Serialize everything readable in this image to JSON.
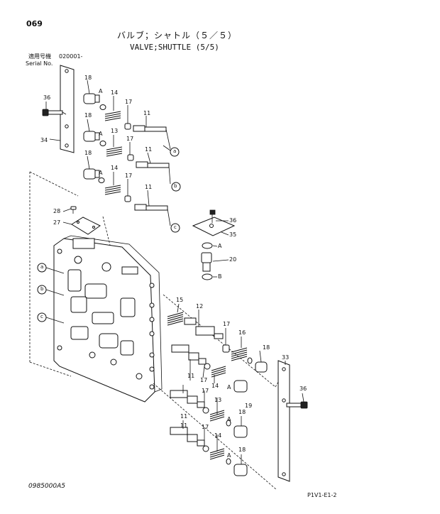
{
  "page": {
    "number": "069",
    "title_jp": "バルブ；シャトル（５／５）",
    "title_en": "VALVE;SHUTTLE (5/5)",
    "serial_label_jp": "適用号機",
    "serial_range": "020001-",
    "serial_label_en": "Serial No.",
    "footer_left": "0985000A5",
    "footer_right": "P1V1-E1-2"
  },
  "callouts": {
    "c36a": "36",
    "c34": "34",
    "c18a": "18",
    "c18b": "18",
    "c18c": "18",
    "c14a": "14",
    "c13a": "13",
    "c14b": "14",
    "c17a": "17",
    "c17b": "17",
    "c17c": "17",
    "c11a": "11",
    "c11b": "11",
    "c11c": "11",
    "ca1": "A",
    "ca2": "A",
    "ca3": "A",
    "c28": "28",
    "c27": "27",
    "c36b": "36",
    "c35": "35",
    "c20": "20",
    "cA": "A",
    "cB": "B",
    "c15": "15",
    "c12": "12",
    "c17d": "17",
    "c16": "16",
    "c18d": "18",
    "c33": "33",
    "c36c": "36",
    "c11d": "11",
    "c17e": "17",
    "c14c": "14",
    "c19a": "19",
    "c11e": "11",
    "c17f": "17",
    "c13b": "13",
    "c18e": "18",
    "c11f": "11",
    "c17g": "17",
    "c14d": "14",
    "c18f": "18",
    "cA4": "A",
    "cA5": "A",
    "cA6": "A",
    "ref_a": "a",
    "ref_b": "b",
    "ref_c": "c",
    "ref_a2": "a",
    "ref_b2": "b",
    "ref_c2": "c"
  }
}
